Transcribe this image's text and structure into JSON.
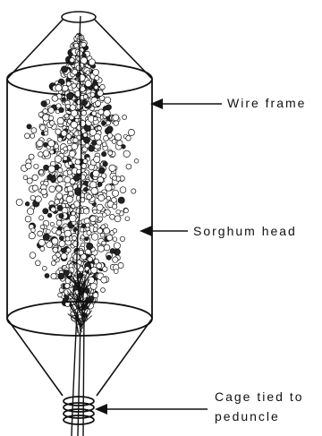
{
  "figure": {
    "labels": {
      "wire_frame": "Wire frame",
      "sorghum_head": "Sorghum head",
      "cage_tied_line1": "Cage tied to",
      "cage_tied_line2": "peduncle"
    },
    "colors": {
      "ink": "#111111",
      "background": "#ffffff"
    }
  }
}
